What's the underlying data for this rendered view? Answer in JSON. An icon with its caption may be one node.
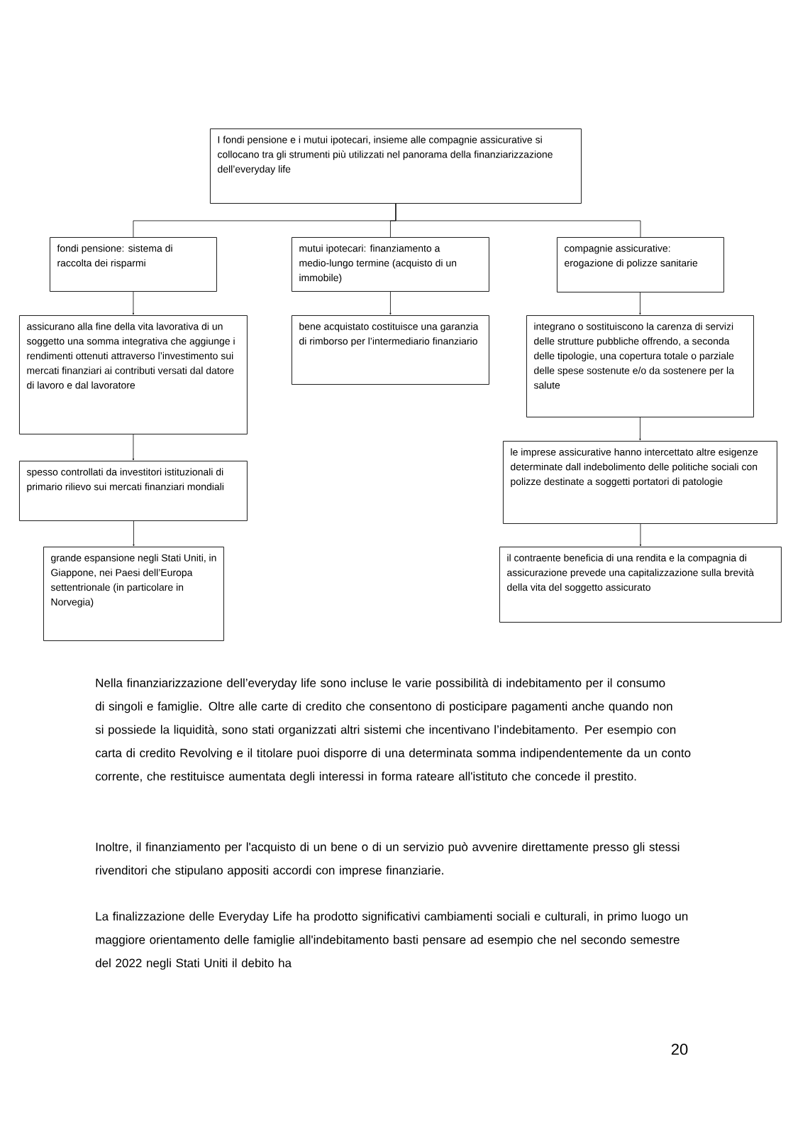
{
  "diagram": {
    "nodes": [
      {
        "text": [
          "I fondi pensione e i mutui ipotecari, insieme alle compagnie assicurative si collocano tra gli strumenti più utilizzati nel panorama della finanziarizzazione dell’everyday life"
        ]
      },
      {
        "text": [
          "fondi pensione: sistema di raccolta dei risparmi"
        ]
      },
      {
        "text": [
          "mutui ipotecari: finanziamento a medio-lungo termine (acquisto di un immobile)"
        ]
      },
      {
        "text": [
          "compagnie assicurative: erogazione di polizze sanitarie"
        ]
      },
      {
        "text": [
          "assicurano alla fine della vita lavorativa di un soggetto una somma integrativa che aggiunge i rendimenti ottenuti attraverso l’investimento sui mercati finanziari ai contributi versati dal datore di lavoro e dal lavoratore"
        ]
      },
      {
        "text": [
          "bene acquistato costituisce una garanzia di rimborso per l’intermediario finanziario"
        ]
      },
      {
        "text": [
          "integrano o sostituiscono la carenza di servizi delle strutture pubbliche offrendo, a seconda delle tipologie, una copertura totale o parziale delle spese sostenute e/o da sostenere per la salute"
        ]
      },
      {
        "text": [
          "spesso controllati da investitori istituzionali di primario rilievo sui mercati finanziari mondiali"
        ]
      },
      {
        "text": [
          "le imprese assicurative hanno intercettato altre esigenze determinate dall indebolimento delle politiche sociali con polizze destinate a soggetti portatori di patologie"
        ]
      },
      {
        "text": [
          "grande espansione negli Stati Uniti, in Giappone, nei Paesi dell’Europa settentrionale (in particolare in Norvegia)"
        ]
      },
      {
        "text": [
          "il contraente beneficia di una rendita e la compagnia di assicurazione prevede una capitalizzazione sulla brevità della vita del soggetto assicurato"
        ]
      }
    ],
    "edges": [
      {
        "from": 0,
        "to": 1,
        "arrow": "none"
      },
      {
        "from": 0,
        "to": 2,
        "arrow": "none"
      },
      {
        "from": 0,
        "to": 3,
        "arrow": "none"
      },
      {
        "from": 1,
        "to": 4,
        "arrow": "to"
      },
      {
        "from": 2,
        "to": 5,
        "arrow": "to"
      },
      {
        "from": 3,
        "to": 6,
        "arrow": "to"
      },
      {
        "from": 4,
        "to": 7,
        "arrow": "to"
      },
      {
        "from": 6,
        "to": 8,
        "arrow": "to"
      },
      {
        "from": 7,
        "to": 9,
        "arrow": "to"
      },
      {
        "from": 8,
        "to": 10,
        "arrow": "to"
      }
    ],
    "labels": [
      "Nella finanziarizzazione dell’everyday life sono incluse le varie possibilità di indebitamento per il consumo di singoli e famiglie. Oltre alle carte di credito che consentono di posticipare pagamenti anche quando non si possiede la liquidità, sono stati organizzati altri sistemi che incentivano l’indebitamento. Per esempio con carta di credito Revolving e il titolare puoi disporre di una determinata somma indipendentemente da un conto corrente, che restituisce aumentata degli interessi in forma rateare all'istituto che concede il prestito.",
      "Inoltre, il finanziamento per l'acquisto di un bene o di un servizio può avvenire direttamente presso gli stessi rivenditori che stipulano appositi accordi con imprese finanziarie.",
      "La finalizzazione delle Everyday Life ha prodotto significativi cambiamenti sociali e culturali, in primo luogo un maggiore orientamento delle famiglie all'indebitamento basti pensare ad esempio che nel secondo semestre del 2022 negli Stati Uniti il debito ha",
      "20"
    ]
  }
}
